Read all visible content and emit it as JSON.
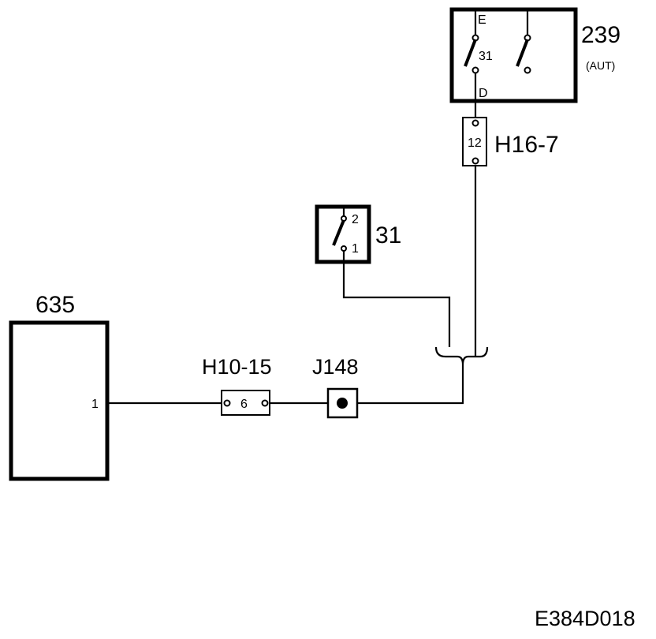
{
  "components": {
    "c239": {
      "id": "239",
      "sub": "(AUT)",
      "pin_top": "E",
      "pin_bottom": "D",
      "switch_num": "31"
    },
    "c31": {
      "id": "31",
      "pin_top": "2",
      "pin_bottom": "1"
    },
    "c635": {
      "id": "635",
      "pin": "1"
    }
  },
  "connectors": {
    "h16": {
      "id": "H16-7",
      "pin": "12"
    },
    "h10": {
      "id": "H10-15",
      "pin": "6"
    },
    "j148": {
      "id": "J148"
    }
  },
  "footer": {
    "code": "E384D018"
  }
}
